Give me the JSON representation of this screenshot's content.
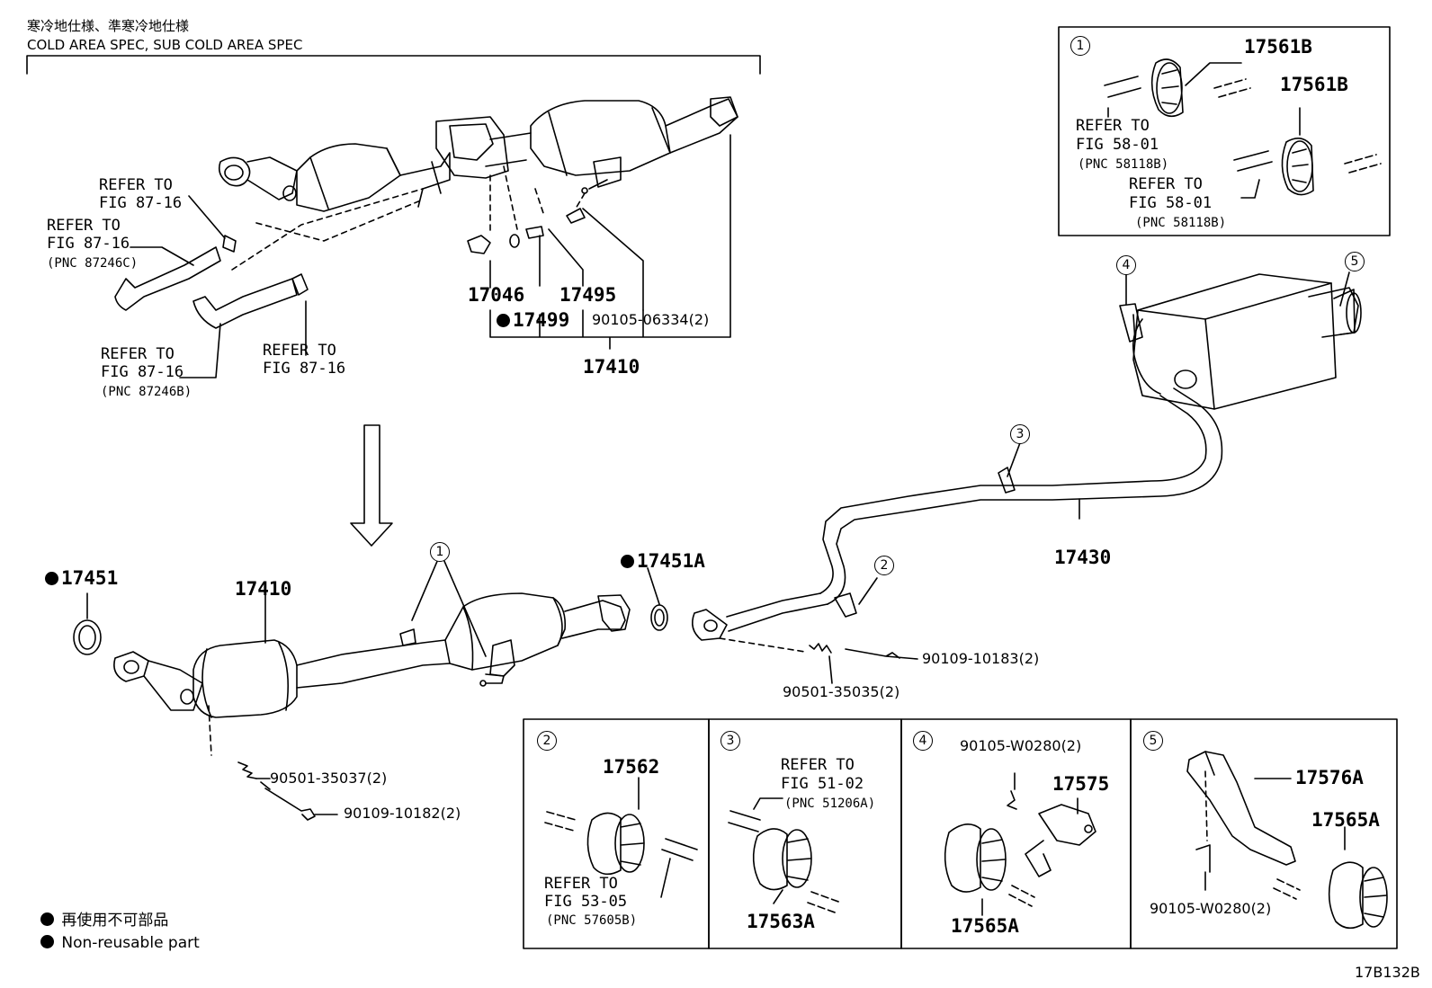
{
  "header": {
    "jp": "寒冷地仕様、準寒冷地仕様",
    "en": "COLD AREA SPEC, SUB COLD AREA SPEC"
  },
  "top_assembly": {
    "ref1_a": "REFER TO",
    "ref1_b": "FIG 87-16",
    "ref2_a": "REFER TO",
    "ref2_b": "FIG 87-16",
    "ref2_c": "(PNC 87246C)",
    "ref3_a": "REFER TO",
    "ref3_b": "FIG 87-16",
    "ref3_c": "(PNC 87246B)",
    "ref4_a": "REFER TO",
    "ref4_b": "FIG 87-16",
    "p17046": "17046",
    "p17495": "17495",
    "p17499": "17499",
    "p90105": "90105-06334(2)",
    "p17410": "17410"
  },
  "main_assembly": {
    "p17451": "17451",
    "p17410": "17410",
    "p17451A": "17451A",
    "p90501_37": "90501-35037(2)",
    "p90109_82": "90109-10182(2)",
    "p90109_83": "90109-10183(2)",
    "p90501_35": "90501-35035(2)",
    "p17430": "17430",
    "callouts": [
      "1",
      "2",
      "3",
      "4",
      "5"
    ]
  },
  "box1": {
    "num": "1",
    "p_a": "17561B",
    "p_b": "17561B",
    "r1_a": "REFER TO",
    "r1_b": "FIG 58-01",
    "r1_c": "(PNC 58118B)",
    "r2_a": "REFER TO",
    "r2_b": "FIG 58-01",
    "r2_c": "(PNC 58118B)"
  },
  "box2": {
    "num": "2",
    "p": "17562",
    "r_a": "REFER TO",
    "r_b": "FIG 53-05",
    "r_c": "(PNC 57605B)"
  },
  "box3": {
    "num": "3",
    "p": "17563A",
    "r_a": "REFER TO",
    "r_b": "FIG 51-02",
    "r_c": "(PNC 51206A)"
  },
  "box4": {
    "num": "4",
    "p_bolt": "90105-W0280(2)",
    "p_a": "17575",
    "p_b": "17565A"
  },
  "box5": {
    "num": "5",
    "p_a": "17576A",
    "p_b": "17565A",
    "p_bolt": "90105-W0280(2)"
  },
  "legend": {
    "jp": "再使用不可部品",
    "en": "Non-reusable part"
  },
  "figure_code": "17B132B"
}
